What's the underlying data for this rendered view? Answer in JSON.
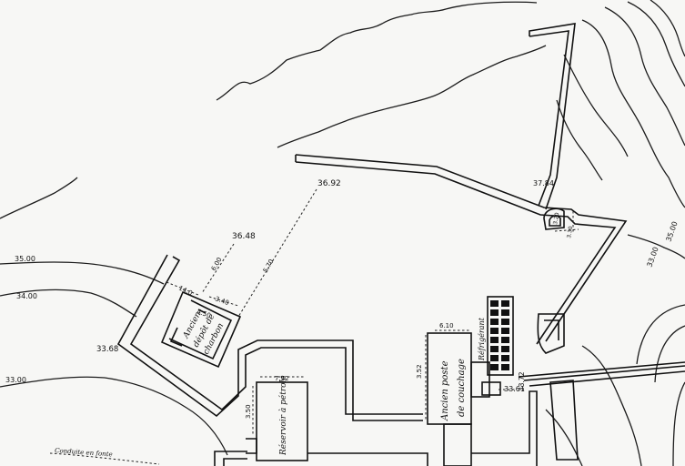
{
  "map": {
    "buildings": {
      "ancien_depot_charbon": [
        "Ancien",
        "dépôt de",
        "charbon"
      ],
      "reservoir_petrole": "Réservoir à pétrole",
      "ancien_poste_couchage": [
        "Ancien poste",
        "de couchage"
      ],
      "refrigerant": "Réfrigérant"
    },
    "conduite_label": "Conduite en fonte",
    "elevations": {
      "e36_92": "36.92",
      "e36_48": "36.48",
      "e33_68": "33.68",
      "e37_84": "37.84",
      "e33_61": "33.61",
      "e33_72": "33.72"
    },
    "contour_labels": {
      "c35": "35.00",
      "c34": "34.00",
      "c33": "33.00",
      "c35_right": "35.00",
      "c33_right": "33.00"
    },
    "dimensions": {
      "d6_00": "6.00",
      "d5_70": "5.70",
      "d14_0": "14.0",
      "d3_40": "3.40",
      "d4_50": "4.50",
      "d3_52": "3.52",
      "d6_10": "6.10",
      "d7_52": "7.52",
      "d3_50": "3.50",
      "d3_20": "3.20",
      "d3_30": "3.30"
    }
  }
}
